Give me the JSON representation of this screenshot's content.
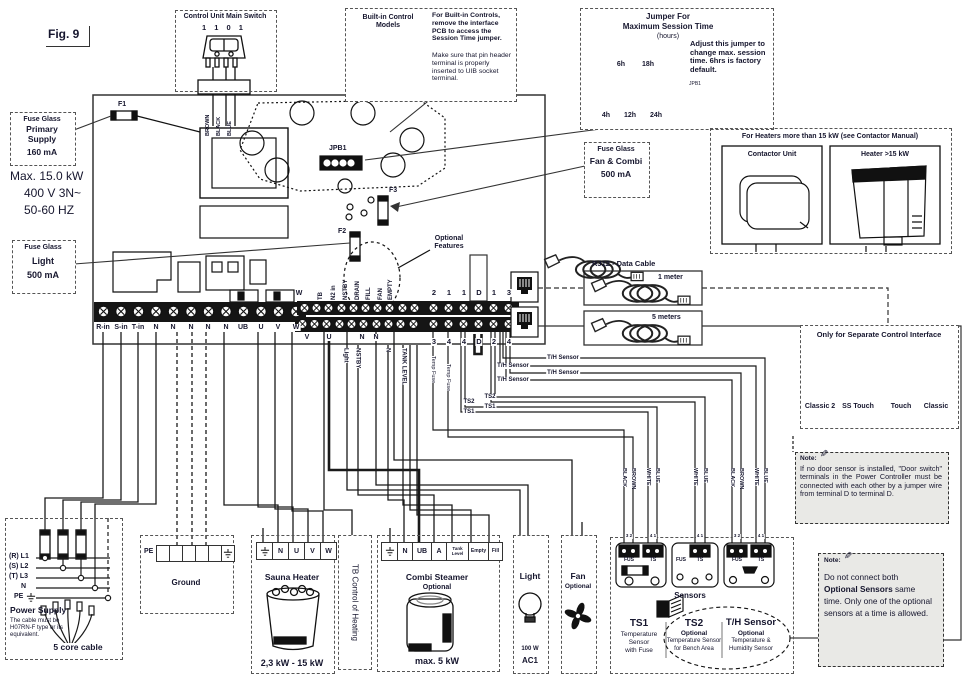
{
  "fig_label": "Fig. 9",
  "main_switch": {
    "title": "Control Unit Main Switch",
    "positions": "1 1 0 1",
    "wire_colors": [
      "BROWN",
      "BLACK",
      "BLUE"
    ]
  },
  "builtin_control": {
    "title": "Built-in Control Models",
    "note1": "For Built-in Controls, remove the interface PCB to access the Session Time jumper.",
    "note2": "Make sure that pin header terminal is properly inserted to UIB socket terminal."
  },
  "session_jumper": {
    "title1": "Jumper For",
    "title2": "Maximum Session Time",
    "subtitle": "(hours)",
    "opt_6h": "6h",
    "opt_18h": "18h",
    "opt_4h": "4h",
    "opt_12h": "12h",
    "opt_24h": "24h",
    "jpb": "JPB1",
    "note": "Adjust this jumper to change max. session time. 6hrs is factory default."
  },
  "ratings": {
    "line1": "Max. 15.0 kW",
    "line2": "400 V 3N~",
    "line3": "50-60 HZ"
  },
  "fuse_primary": {
    "name": "Fuse Glass",
    "circuit": "Primary Supply",
    "rating": "160 mA",
    "ref": "F1"
  },
  "fuse_light": {
    "name": "Fuse Glass",
    "circuit": "Light",
    "rating": "500 mA",
    "ref": "F2"
  },
  "fuse_fan_combi": {
    "name": "Fuse Glass",
    "circuit": "Fan & Combi",
    "rating": "500 mA",
    "ref": "F3"
  },
  "board": {
    "jpb1": "JPB1",
    "optional_features": "Optional Features"
  },
  "contactor_box": {
    "title": "For Heaters more than 15 kW (see Contactor Manual)",
    "unit_label": "Contactor Unit",
    "heater_label": "Heater >15 kW"
  },
  "rj12": {
    "title": "RJ12 - Data Cable",
    "cable_1m": "1 meter",
    "cable_5m": "5 meters"
  },
  "interface_box": {
    "title": "Only for Separate Control Interface",
    "models": [
      "Classic 2",
      "SS Touch",
      "Touch",
      "Classic"
    ]
  },
  "note_door": {
    "label": "Note:",
    "text": "If no door sensor is installed, \"Door switch\" terminals in the Power Controller must be connected with each other by a jumper wire from terminal D to terminal D."
  },
  "note_sensors": {
    "label": "Note:",
    "text_pre": "Do not connect both ",
    "text_bold": "Optional Sensors",
    "text_post": " same time. Only one of the optional sensors at a time is allowed."
  },
  "main_terminals": [
    "R-in",
    "S-in",
    "T-in",
    "N",
    "N",
    "N",
    "N",
    "N",
    "UB",
    "U",
    "V",
    "W"
  ],
  "mid_terminals": {
    "w_label": "W",
    "top_labels": [
      "TB",
      "N2 in",
      "NSTBY",
      "DRAIN",
      "FILL",
      "FAN",
      "EMPTY"
    ],
    "bottom_labels": [
      "V",
      "U",
      "N",
      "N"
    ],
    "wire_labels": [
      "Light",
      "NSTBY",
      "N",
      "TANK LEVEL"
    ]
  },
  "door_terminals": {
    "top": [
      "2",
      "1",
      "1",
      "D",
      "1",
      "3"
    ],
    "bottom": [
      "3",
      "4",
      "4",
      "D",
      "2",
      "4"
    ],
    "temp_fuse1": "Temp Fuse",
    "temp_fuse2": "Temp Fuse"
  },
  "wire_runs": {
    "th1": "T/H Sensor",
    "th2": "T/H Sensor",
    "th3": "T/H Sensor",
    "th4": "T/H Sensor",
    "ts2a": "TS2",
    "ts2b": "TS2",
    "ts1a": "TS1",
    "ts1b": "TS1"
  },
  "power_supply": {
    "l1": "(R) L1",
    "l2": "(S) L2",
    "l3": "(T) L3",
    "n": "N",
    "pe": "PE",
    "title": "Power Supply",
    "cable_note": "The cable must be H07RN-F type or its equivalent.",
    "cable_label": "5 core cable"
  },
  "ground": {
    "pe": "PE",
    "label": "Ground"
  },
  "sauna_heater": {
    "terminals": [
      "N",
      "U",
      "V",
      "W"
    ],
    "title": "Sauna Heater",
    "range": "2,3 kW - 15 kW"
  },
  "tb_control": {
    "label": "TB Control of Heating"
  },
  "combi": {
    "terminals": [
      "N",
      "UB",
      "A"
    ],
    "tank": "Tank Level",
    "empty": "Empty",
    "fill": "Fill",
    "title": "Combi Steamer",
    "optional": "Optional",
    "max": "max. 5 kW"
  },
  "light_box": {
    "title": "Light",
    "watt": "100 W",
    "type": "AC1"
  },
  "fan_box": {
    "title": "Fan",
    "optional": "Optional"
  },
  "sensors": {
    "title": "Sensors",
    "fus": "FUS",
    "ts": "TS",
    "pins_left": "3 2",
    "pins_right": "4 1",
    "ts1": {
      "name": "TS1",
      "desc1": "Temperature",
      "desc2": "Sensor",
      "desc3": "with Fuse"
    },
    "ts2": {
      "name": "TS2",
      "optional": "Optional",
      "desc1": "Temperature Sensor",
      "desc2": "for Bench Area"
    },
    "th": {
      "name": "T/H Sensor",
      "optional": "Optional",
      "desc1": "Temperature &",
      "desc2": "Humidity Sensor"
    },
    "colors_ts1": [
      "BLACK",
      "BROWN",
      "WHITE",
      "BLUE"
    ],
    "colors_ts2": [
      "WHITE",
      "BLUE"
    ],
    "colors_th": [
      "BLACK",
      "BROWN",
      "WHITE",
      "BLUE"
    ]
  }
}
